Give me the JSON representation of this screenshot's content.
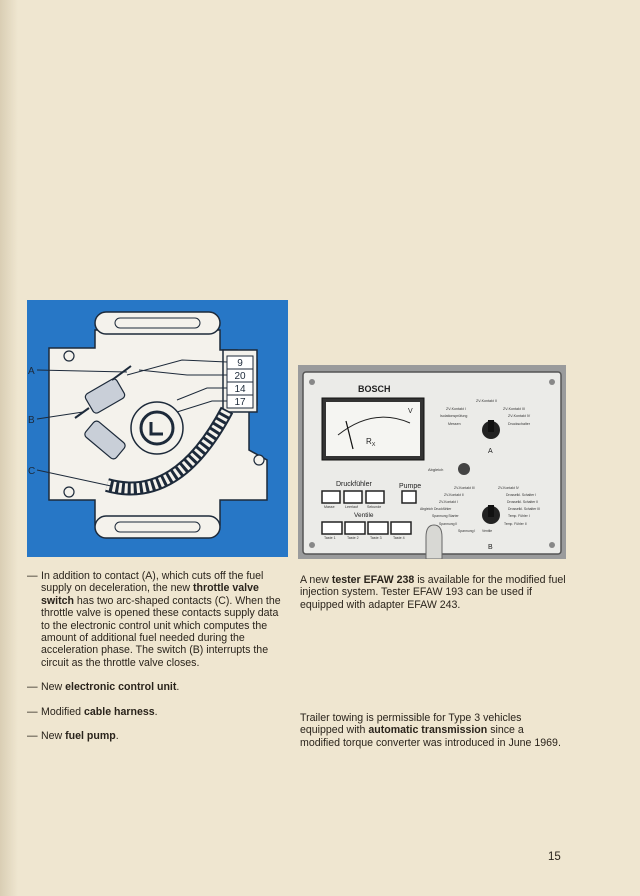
{
  "figure_left": {
    "callouts": [
      "A",
      "B",
      "C"
    ],
    "terminals": [
      "9",
      "20",
      "14",
      "17"
    ]
  },
  "figure_right": {
    "brand": "BOSCH",
    "meter_scale_label": "V",
    "meter_rx_label": "R",
    "meter_rx_sub": "X",
    "druckfuhler_label": "Druckfühler",
    "pumpe_label": "Pumpe",
    "ventile_label": "Ventile",
    "switch_a_label": "A",
    "switch_b_label": "B",
    "abgleich_label": "Abgleich",
    "switch_a_options": [
      "ZV-Kontakt II",
      "ZV-Kontakt I",
      "ZV-Kontakt III",
      "Isolationsprüfung",
      "ZV-Kontakt IV",
      "Messen",
      "Druckschalter"
    ],
    "switch_b_options": [
      "ZV-Kontakt III",
      "ZV-Kontakt IV",
      "ZV-Kontakt II",
      "Drosselkl. Schalter I",
      "ZV-Kontakt I",
      "Drosselkl. Schalter II",
      "Abgleich Druckfühler",
      "Drosselkl. Schalter III",
      "Spannung Starter",
      "Temp. Fühler I",
      "Spannung II",
      "Temp. Fühler II",
      "Spannung I",
      "Ventile"
    ],
    "druck_buttons": [
      "Masse",
      "Leerlauf",
      "Sekunde"
    ],
    "ventile_buttons": [
      "Taste 1",
      "Taste 2",
      "Taste 3",
      "Taste 4"
    ]
  },
  "left_column": {
    "item1": {
      "dash": "—",
      "part1": "In addition to contact (A), which cuts off the fuel supply on deceleration, the new ",
      "bold": "throttle valve switch",
      "part2": " has two arc-shaped contacts (C). When the throttle valve is opened these contacts supply data to the electronic control unit which computes the amount of additional fuel needed during the acceleration phase. The switch (B) interrupts the circuit as the throttle valve closes."
    },
    "item2": {
      "dash": "—",
      "part1": "New ",
      "bold": "electronic control unit",
      "part2": "."
    },
    "item3": {
      "dash": "—",
      "part1": "Modified ",
      "bold": "cable harness",
      "part2": "."
    },
    "item4": {
      "dash": "—",
      "part1": "New ",
      "bold": "fuel pump",
      "part2": "."
    }
  },
  "right_column": {
    "p1": {
      "part1": "A new ",
      "bold": "tester EFAW 238",
      "part2": " is available for the modified fuel injection system. Tester EFAW 193 can be used if equipped with adapter EFAW 243."
    },
    "p2": {
      "part1": "Trailer towing is permissible for Type 3 vehicles equipped with ",
      "bold": "automatic transmission",
      "part2": " since a modified torque converter was introduced in June 1969."
    }
  },
  "page_number": "15",
  "colors": {
    "diagram_blue": "#2777c6",
    "paper": "#efe6d0",
    "ink": "#2a241c"
  }
}
